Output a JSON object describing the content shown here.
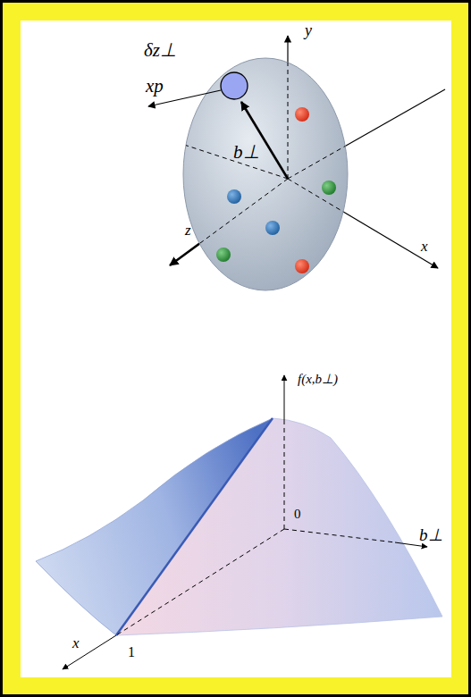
{
  "diagram": {
    "labels": [
      "y",
      "δz⊥",
      "xp",
      "b⊥",
      "z",
      "x",
      "f(x,b⊥)",
      "0",
      "b⊥",
      "x",
      "1"
    ]
  }
}
